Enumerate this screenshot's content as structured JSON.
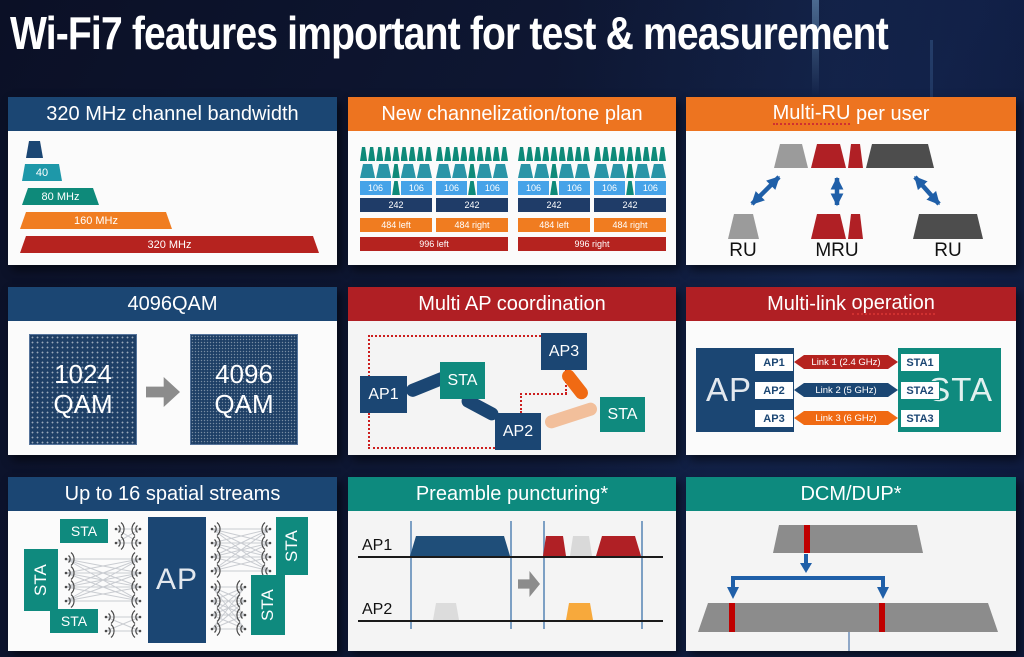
{
  "title": "Wi-Fi7 features important for test & measurement",
  "panels": {
    "bandwidth": {
      "header": "320 MHz channel bandwidth",
      "labels": [
        "",
        "40",
        "80 MHz",
        "160 MHz",
        "320 MHz"
      ]
    },
    "tone_plan": {
      "header": "New channelization/tone plan",
      "ru106": "106",
      "ru242": "242",
      "ru484": [
        "484 left",
        "484 right",
        "484 left",
        "484 right"
      ],
      "ru996": [
        "996 left",
        "996 right"
      ]
    },
    "multi_ru": {
      "header_mark": "Multi-RU",
      "header_post": " per user",
      "labels": [
        "RU",
        "MRU",
        "RU"
      ]
    },
    "qam": {
      "header": "4096QAM",
      "before": [
        "1024",
        "QAM"
      ],
      "after": [
        "4096",
        "QAM"
      ]
    },
    "multi_ap": {
      "header": "Multi AP coordination",
      "nodes": [
        "AP1",
        "STA",
        "AP3",
        "AP2",
        "STA"
      ]
    },
    "multi_link": {
      "header_pre": "Multi-link ",
      "header_mark": "operation",
      "ap": "AP",
      "sta": "STA",
      "ap_ports": [
        "AP1",
        "AP2",
        "AP3"
      ],
      "sta_ports": [
        "STA1",
        "STA2",
        "STA3"
      ],
      "links": [
        "Link 1 (2.4 GHz)",
        "Link 2 (5 GHz)",
        "Link 3 (6 GHz)"
      ]
    },
    "spatial": {
      "header": "Up to 16 spatial streams",
      "ap": "AP",
      "sta": "STA"
    },
    "preamble": {
      "header": "Preamble puncturing*",
      "rows": [
        "AP1",
        "AP2"
      ]
    },
    "dcm": {
      "header": "DCM/DUP*"
    }
  },
  "colors": {
    "navy": "#1b4673",
    "orange": "#ed7420",
    "red": "#b01f24",
    "teal": "#0d8a7e",
    "bar_red": "#b5231f",
    "bar_orange": "#f07c20",
    "arrow_blue": "#1f5fa8"
  }
}
